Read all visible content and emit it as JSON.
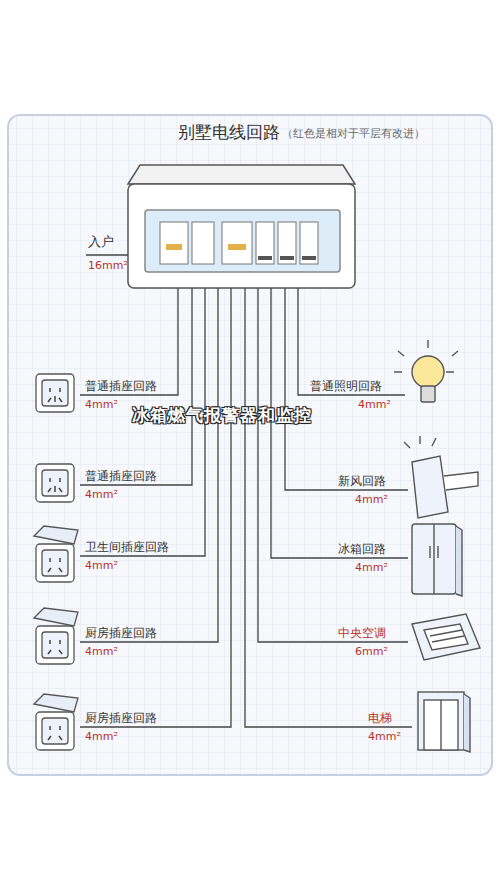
{
  "diagram": {
    "title": "别墅电线回路",
    "labels": [
      "（红色是相对于平层有改进）",
      "入户",
      "16mm²",
      "普通插座回路",
      "4mm²",
      "普通照明回路",
      "4mm²",
      "冰箱燃气报警器和监控",
      "普通插座回路",
      "4mm²",
      "新风回路",
      "4mm²",
      "卫生间插座回路",
      "4mm²",
      "冰箱回路",
      "4mm²",
      "厨房插座回路",
      "4mm²",
      "中央空调",
      "6mm²",
      "厨房插座回路",
      "4mm²",
      "电梯",
      "4mm²"
    ]
  }
}
